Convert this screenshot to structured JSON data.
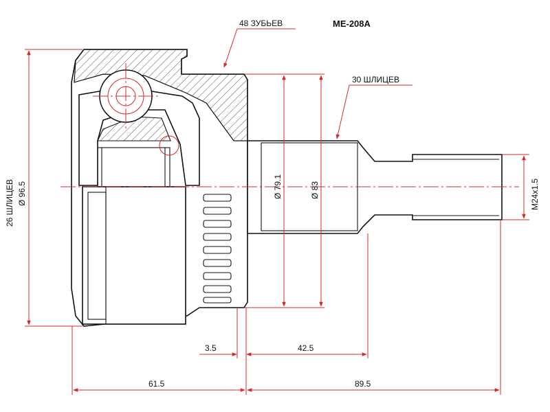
{
  "part_number": "ME-208A",
  "notes": {
    "teeth": "48 ЗУБЬЕВ",
    "outer_splines": "30 ШЛИЦЕВ",
    "inner_splines": "26 ШЛИЦЕВ"
  },
  "dimensions": {
    "body_diameter": "Ø 96.5",
    "ring_inner_diameter": "Ø 79.1",
    "ring_outer_diameter": "Ø 83",
    "thread": "M24x1.5",
    "gap": "3.5",
    "stem_length": "42.5",
    "body_length": "61.5",
    "shaft_length": "89.5"
  },
  "colors": {
    "outline": "#111111",
    "dimension": "#d62828",
    "hatch": "#555555"
  }
}
